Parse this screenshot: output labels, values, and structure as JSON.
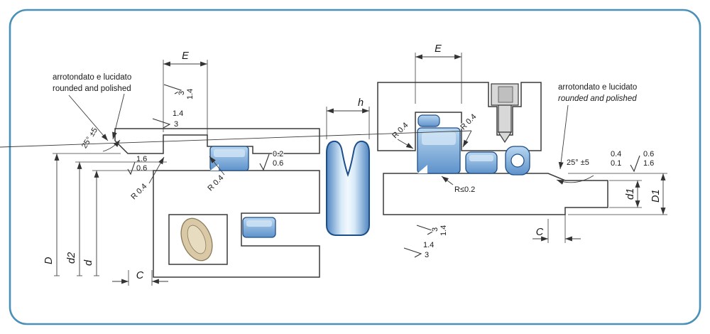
{
  "style": {
    "border_color": "#4a90b8",
    "seal_fill": "#7fb2e0",
    "seal_stroke": "#1d4e89",
    "hatch_line": "#8f959b",
    "line_color": "#3a3a3a"
  },
  "left_view": {
    "note_line1": "arrotondato  e lucidato",
    "note_line2": "rounded and polished",
    "angle": "25° ±5",
    "dims": {
      "e": "E",
      "c": "C",
      "D": "D",
      "d2": "d2",
      "d": "d"
    },
    "roughness": {
      "r1_top": "3",
      "r1_bot": "1.4",
      "r2_top": "1.4",
      "r2_bot": "3",
      "edge_top": "1.6",
      "edge_bot": "0.6",
      "surface_top": "0.2",
      "surface_bot": "0.6"
    },
    "radii": {
      "r1": "R 0.4",
      "r2": "R 0.4"
    }
  },
  "seal_profile": {
    "dim_h": "h"
  },
  "right_view": {
    "note_line1": "arrotondato e lucidato",
    "note_line2": "rounded and polished",
    "angle": "25° ±5",
    "dims": {
      "e": "E",
      "c": "C",
      "d1": "d1",
      "D1": "D1"
    },
    "roughness": {
      "edge_top": "0.4",
      "edge_bot": "0.1",
      "surface_top": "0.6",
      "surface_bot": "1.6",
      "r1_top": "3",
      "r1_bot": "1.4",
      "r2_top": "1.4",
      "r2_bot": "3"
    },
    "radii": {
      "r1": "R 0.4",
      "r2": "R 0.4",
      "rmax": "R≤0.2"
    }
  }
}
